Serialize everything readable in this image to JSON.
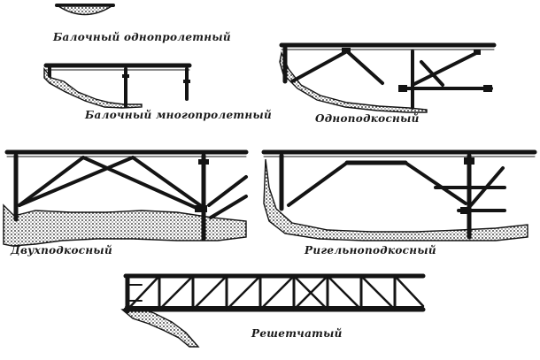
{
  "captions": {
    "beam_single": "Балочный однопролетный",
    "beam_multi": "Балочный многопролетный",
    "single_strut": "Одноподкосный",
    "double_strut": "Двухподкосный",
    "crossbeam_strut": "Ригельноподкосный",
    "lattice": "Решетчатый"
  },
  "colors": {
    "ink": "#141414",
    "paper": "#ffffff"
  }
}
